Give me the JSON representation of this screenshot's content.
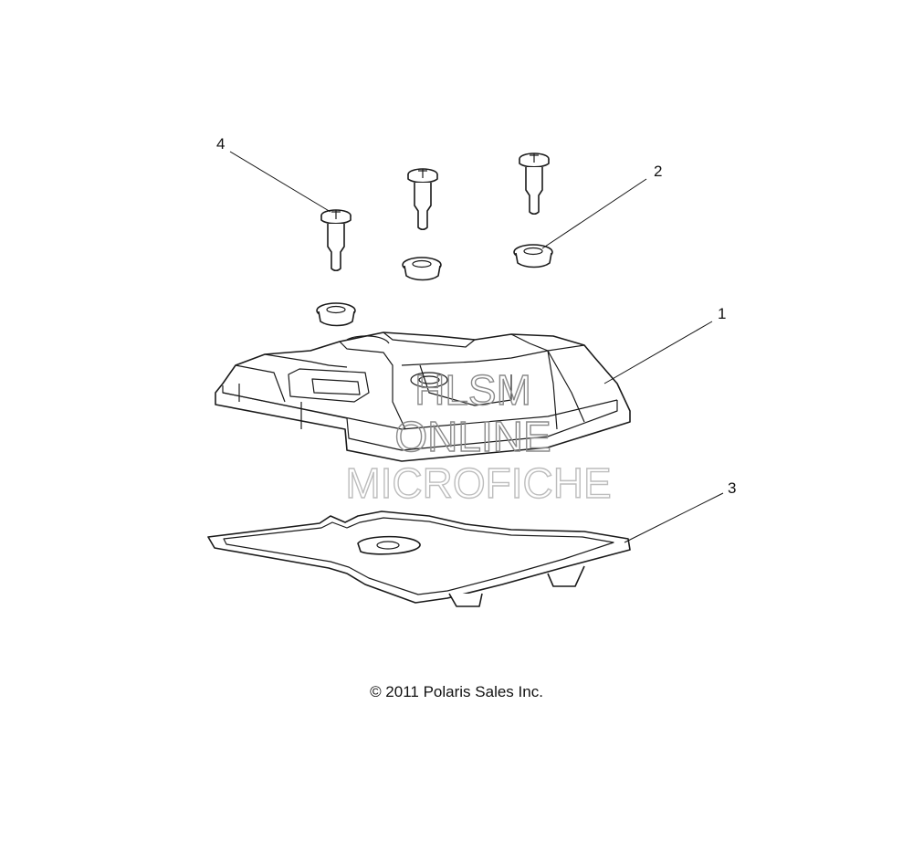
{
  "callouts": {
    "c1": "1",
    "c2": "2",
    "c3": "3",
    "c4": "4"
  },
  "watermark": {
    "line1": "HLSM",
    "line2": "ONLINE",
    "line3": "MICROFICHE"
  },
  "copyright": "© 2011 Polaris Sales Inc."
}
